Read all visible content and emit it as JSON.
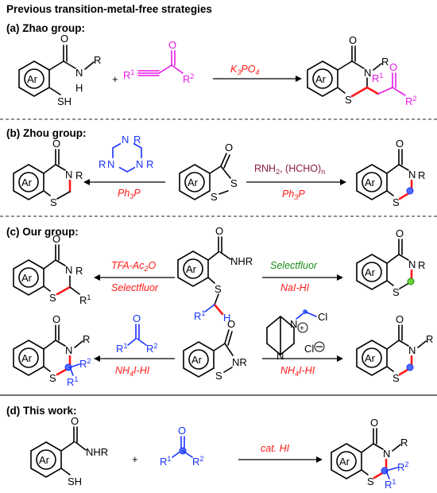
{
  "title": "Previous transition-metal-free strategies",
  "sections": {
    "a": {
      "header": "(a) Zhao group:",
      "condition": "K3PO4"
    },
    "b": {
      "header": "(b) Zhou group:",
      "cond_left": "Ph3P",
      "cond_right_top": "RNH2, (HCHO)n",
      "cond_right_bottom": "Ph3P"
    },
    "c": {
      "header": "(c) Our group:",
      "row1_left_top": "TFA-Ac2O",
      "row1_left_bottom": "Selectfluor",
      "row1_right_top": "Selectfluor",
      "row1_right_bottom": "NaI-HI",
      "row2_left": "NH4I-HI",
      "row2_right": "NH4I-HI"
    },
    "d": {
      "header": "(d) This work:",
      "condition": "cat. HI"
    }
  },
  "labels": {
    "ar": "Ar",
    "plus": "+",
    "nhr": "NHR",
    "n": "N",
    "h": "H",
    "r": "R",
    "s": "S",
    "sh": "SH",
    "o": "O",
    "nr": "NR",
    "cl": "Cl"
  },
  "colors": {
    "magenta": "#e619e6",
    "blue": "#1a33ff",
    "red": "#ff1a1a",
    "green": "#1a8c1a",
    "maroon": "#8b1a4a",
    "black": "#000000"
  }
}
